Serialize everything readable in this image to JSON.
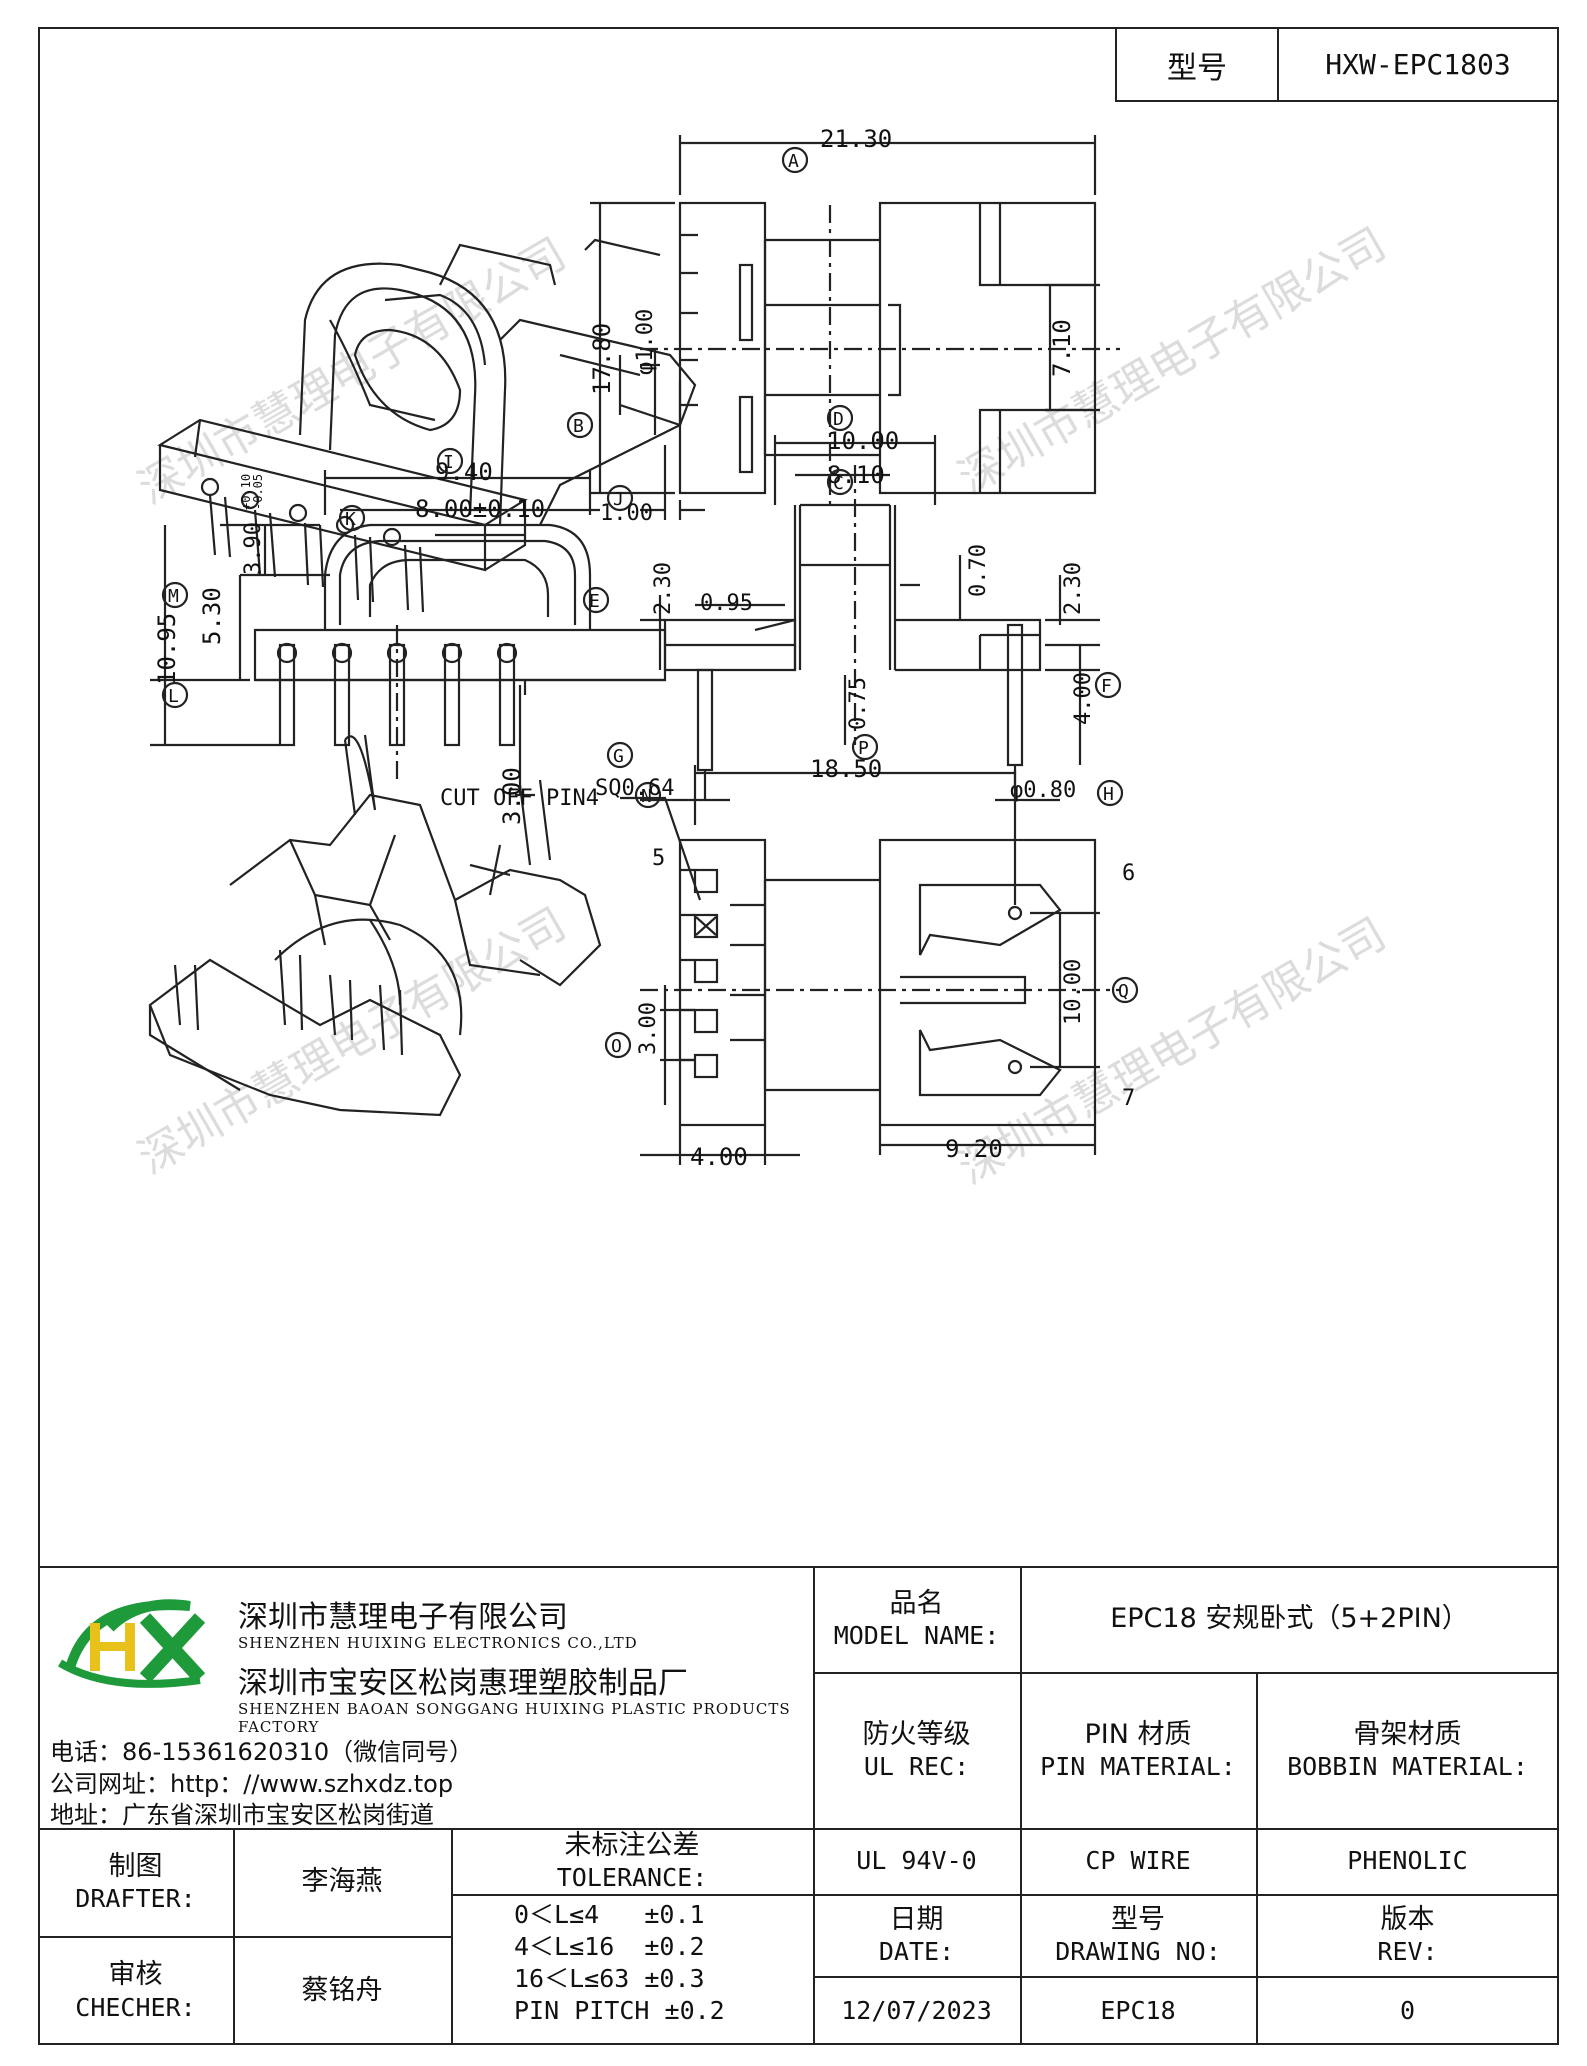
{
  "header": {
    "type_label": "型号",
    "type_value": "HXW-EPC1803"
  },
  "drawing": {
    "watermark": "深圳市慧理电子有限公司",
    "dims": {
      "d2130": "21.30",
      "d1780": "17.80",
      "d710": "7.10",
      "phi100": "φ1.00",
      "d100": "1.00",
      "d940": "9.40",
      "d800": "8.00±0.10",
      "d390": "3.90",
      "d390tol_up": "+0.10",
      "d390tol_dn": "-0.05",
      "d1095": "10.95",
      "d530": "5.30",
      "d300v": "3.00",
      "d1000": "10.00",
      "d810": "8.10",
      "d230a": "2.30",
      "d095": "0.95",
      "d070": "0.70",
      "d230b": "2.30",
      "d400a": "4.00",
      "d075": "0.75",
      "sq064": "SQ0.64",
      "phi080": "φ0.80",
      "d1850": "18.50",
      "d1000v": "10.00",
      "d300b": "3.00",
      "d400b": "4.00",
      "d920": "9.20",
      "cut_off": "CUT OFF PIN4",
      "pin5": "5",
      "pin6": "6",
      "pin7": "7"
    },
    "callouts": {
      "A": "A",
      "B": "B",
      "C": "C",
      "D": "D",
      "E": "E",
      "F": "F",
      "G": "G",
      "H": "H",
      "I": "I",
      "J": "J",
      "K": "K",
      "L": "L",
      "M": "M",
      "N": "N",
      "O": "O",
      "P": "P",
      "Q": "Q"
    }
  },
  "company": {
    "logo_text": "HX",
    "name_cn": "深圳市慧理电子有限公司",
    "name_en": "SHENZHEN HUIXING ELECTRONICS CO.,LTD",
    "factory_cn": "深圳市宝安区松岗惠理塑胶制品厂",
    "factory_en": "SHENZHEN BAOAN SONGGANG HUIXING PLASTIC PRODUCTS FACTORY",
    "phone": "电话：86-15361620310（微信同号）",
    "website": "公司网址：http：//www.szhxdz.top",
    "address": "地址：广东省深圳市宝安区松岗街道"
  },
  "titleblock": {
    "model_name_cn": "品名",
    "model_name_en": "MODEL NAME:",
    "model_name_value": "EPC18 安规卧式（5+2PIN）",
    "ul_cn": "防火等级",
    "ul_en": "UL REC:",
    "ul_value": "UL 94V-0",
    "pin_cn": "PIN 材质",
    "pin_en": "PIN MATERIAL:",
    "pin_value": "CP WIRE",
    "bobbin_cn": "骨架材质",
    "bobbin_en": "BOBBIN MATERIAL:",
    "bobbin_value": "PHENOLIC",
    "drafter_cn": "制图",
    "drafter_en": "DRAFTER:",
    "drafter_value": "李海燕",
    "checker_cn": "审核",
    "checker_en": "CHECHER:",
    "checker_value": "蔡铭舟",
    "tol_cn": "未标注公差",
    "tol_en": "TOLERANCE:",
    "tol_lines": [
      "0＜L≤4   ±0.1",
      "4＜L≤16  ±0.2",
      "16＜L≤63 ±0.3",
      "PIN PITCH ±0.2"
    ],
    "date_cn": "日期",
    "date_en": "DATE:",
    "date_value": "12/07/2023",
    "dwg_cn": "型号",
    "dwg_en": "DRAWING NO:",
    "dwg_value": "EPC18",
    "rev_cn": "版本",
    "rev_en": "REV:",
    "rev_value": "0"
  },
  "colors": {
    "line": "#222222",
    "logo_green": "#1f9a3a",
    "logo_yellow": "#e8c21b",
    "watermark": "#d8d8d8"
  }
}
